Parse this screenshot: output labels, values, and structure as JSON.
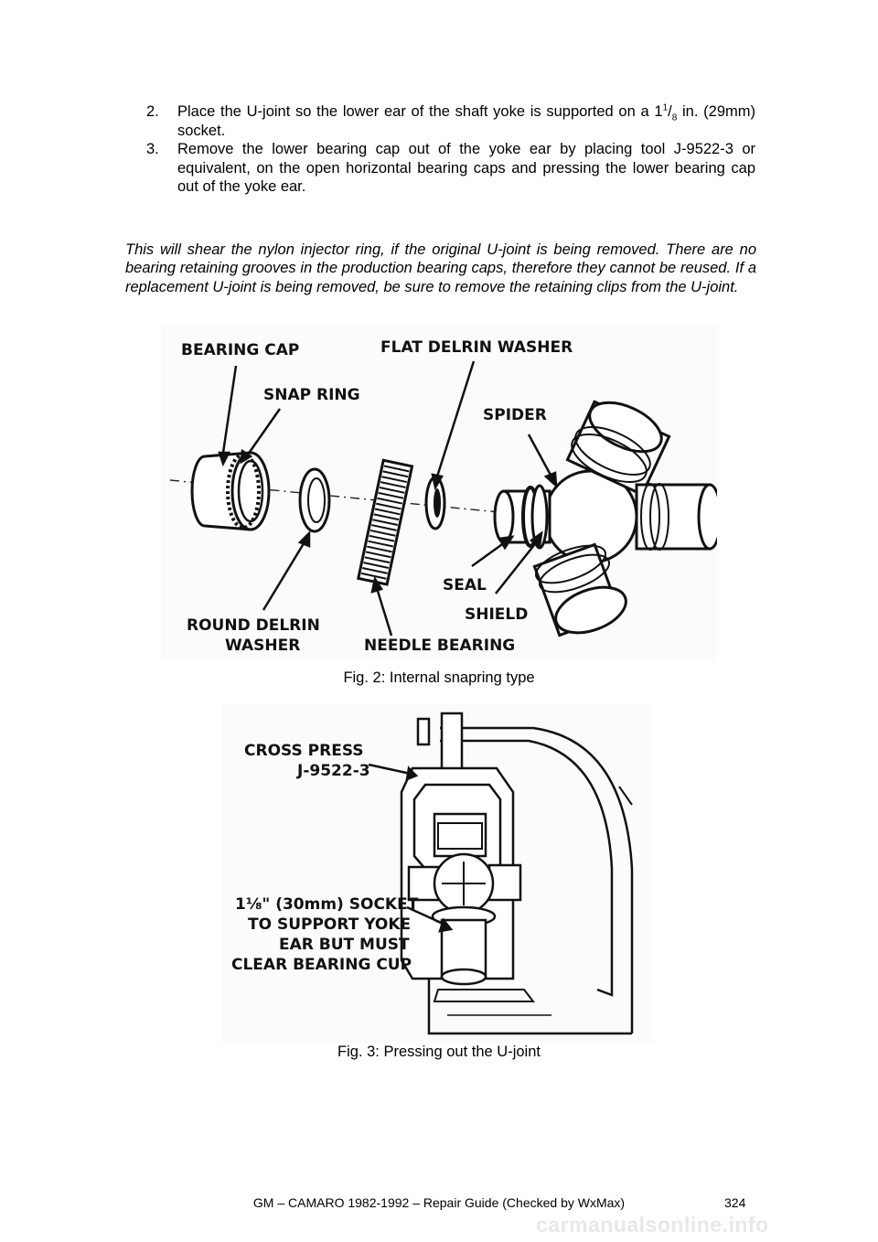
{
  "steps": [
    {
      "number": "2.",
      "text_before": "Place the U-joint so the lower ear of the shaft yoke is supported on a 1",
      "frac_num": "1",
      "frac_sep": "/",
      "frac_den": "8",
      "text_after": " in. (29mm) socket."
    },
    {
      "number": "3.",
      "text": "Remove the lower bearing cap out of the yoke ear by placing tool J-9522-3 or equivalent, on the open horizontal bearing caps and pressing the lower bearing cap out of the yoke ear."
    }
  ],
  "note": "This will shear the nylon injector ring, if the original U-joint is being removed. There are no bearing retaining grooves in the production bearing caps, therefore they cannot be reused. If a replacement U-joint is being removed, be sure to remove the retaining clips from the U-joint.",
  "figure2": {
    "labels": {
      "bearing_cap": "BEARING CAP",
      "flat_delrin_washer": "FLAT DELRIN WASHER",
      "snap_ring": "SNAP RING",
      "spider": "SPIDER",
      "seal": "SEAL",
      "shield": "SHIELD",
      "round_delrin_washer_1": "ROUND DELRIN",
      "round_delrin_washer_2": "WASHER",
      "needle_bearing": "NEEDLE BEARING"
    },
    "caption": "Fig. 2: Internal snapring type"
  },
  "figure3": {
    "labels": {
      "cross_press_1": "CROSS PRESS",
      "cross_press_2": "J-9522-3",
      "socket_1": "1⅛\" (30mm) SOCKET",
      "socket_2": "TO SUPPORT YOKE",
      "socket_3": "EAR BUT MUST",
      "socket_4": "CLEAR BEARING CUP"
    },
    "caption": "Fig. 3: Pressing out the U-joint"
  },
  "footer": {
    "title": "GM – CAMARO 1982-1992 – Repair Guide (Checked by WxMax)",
    "page": "324"
  },
  "watermark": "carmanualsonline.info"
}
